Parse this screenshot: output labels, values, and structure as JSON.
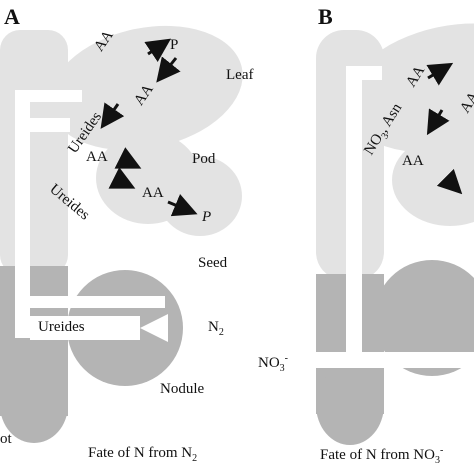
{
  "panel_a": {
    "letter": "A",
    "caption": "Fate of N from N",
    "caption_sub": "2",
    "labels": {
      "leaf": "Leaf",
      "pod": "Pod",
      "seed": "Seed",
      "nodule": "Nodule",
      "root_fragment": "ot",
      "n2": "N",
      "n2_sub": "2",
      "ureides_root": "Ureides",
      "ureides_leaf": "Ureides",
      "ureides_mid": "Ureides",
      "aa_leaf_top": "AA",
      "aa_leaf_mid": "AA",
      "aa_stem": "AA",
      "aa_pod": "AA",
      "p_leaf": "P",
      "p_seed": "P"
    }
  },
  "panel_b": {
    "letter": "B",
    "caption": "Fate of N from NO",
    "caption_sub": "3",
    "caption_sup": "-",
    "labels": {
      "no3": "NO",
      "no3_sub": "3",
      "no3_sup": "-",
      "asn_prefix": "NO",
      "asn_prefix_sub": "3",
      "asn_suffix": ", Asn",
      "aa_top": "AA",
      "aa_mid": "AA",
      "aa_low": "AA"
    }
  },
  "colors": {
    "shoot_fill": "#e3e3e3",
    "root_fill": "#b4b4b4",
    "channel": "#ffffff",
    "text": "#111111"
  }
}
